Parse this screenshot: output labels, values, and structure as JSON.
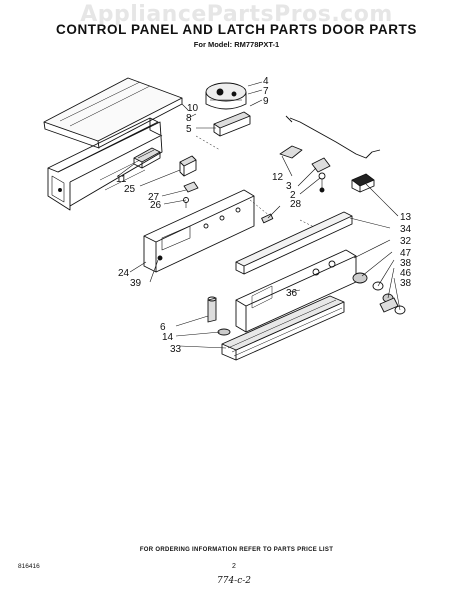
{
  "watermark": "AppliancePartsPros.com",
  "title": "CONTROL PANEL AND LATCH PARTS  DOOR PARTS",
  "subtitle": "For Model: RM778PXT-1",
  "callouts": {
    "c4": "4",
    "c7": "7",
    "c9": "9",
    "c10": "10",
    "c8": "8",
    "c5": "5",
    "c11": "11",
    "c25": "25",
    "c27": "27",
    "c26": "26",
    "c12": "12",
    "c3": "3",
    "c2": "2",
    "c28": "28",
    "c13": "13",
    "c34": "34",
    "c32": "32",
    "c47": "47",
    "c38a": "38",
    "c46": "46",
    "c38b": "38",
    "c24": "24",
    "c39": "39",
    "c36": "36",
    "c6": "6",
    "c14": "14",
    "c33": "33"
  },
  "footer": {
    "note": "FOR ORDERING INFORMATION REFER TO PARTS PRICE LIST",
    "doc_number": "816416",
    "page_number": "2",
    "handwritten": "774-c-2"
  },
  "colors": {
    "ink": "#111111",
    "watermark": "#e6e6e6",
    "background": "#ffffff"
  }
}
